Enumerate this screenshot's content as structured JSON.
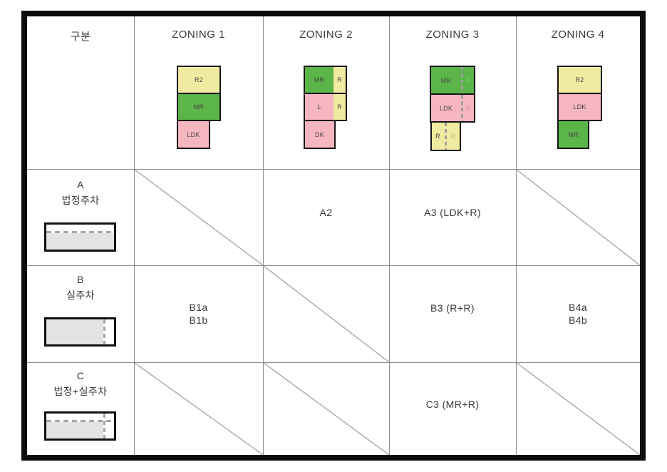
{
  "title": "구분",
  "columns": [
    {
      "label": "ZONING 1"
    },
    {
      "label": "ZONING 2"
    },
    {
      "label": "ZONING 3"
    },
    {
      "label": "ZONING 4"
    }
  ],
  "diagrams": {
    "zoning1": {
      "block1": "R2",
      "block2": "MR",
      "block3": "LDK"
    },
    "zoning2": {
      "row1_main": "MR",
      "row1_side": "R",
      "row2_main": "L",
      "row2_side": "R",
      "row3_main": "DK"
    },
    "zoning3": {
      "row1_main": "MR",
      "row1_ghost": "R",
      "row2_main": "LDK",
      "row2_ghost": "R",
      "row3_main": "R",
      "row3_ghost": "R"
    },
    "zoning4": {
      "block1": "R2",
      "block2": "LDK",
      "block3": "MR"
    }
  },
  "rows": {
    "a": {
      "letter": "A",
      "label": "법정주차"
    },
    "b": {
      "letter": "B",
      "label": "실주차"
    },
    "c": {
      "letter": "C",
      "label": "법정+실주차"
    }
  },
  "cells": {
    "a2": "A2",
    "a3": "A3 (LDK+R)",
    "b1a": "B1a",
    "b1b": "B1b",
    "b3": "B3 (R+R)",
    "b4a": "B4a",
    "b4b": "B4b",
    "c3": "C3 (MR+R)"
  },
  "colors": {
    "room_green": "#5bb548",
    "room_yellow": "#f0eba0",
    "room_pink": "#f6b6c0",
    "ghost_on_green": "#86c873",
    "ghost_on_pink": "#d09fa9",
    "ghost_on_yellow": "#c2bd85",
    "parking_gray": "#e4e4e4",
    "dash_gray": "#9e9e9e",
    "frame_black": "#0d0d0d"
  }
}
